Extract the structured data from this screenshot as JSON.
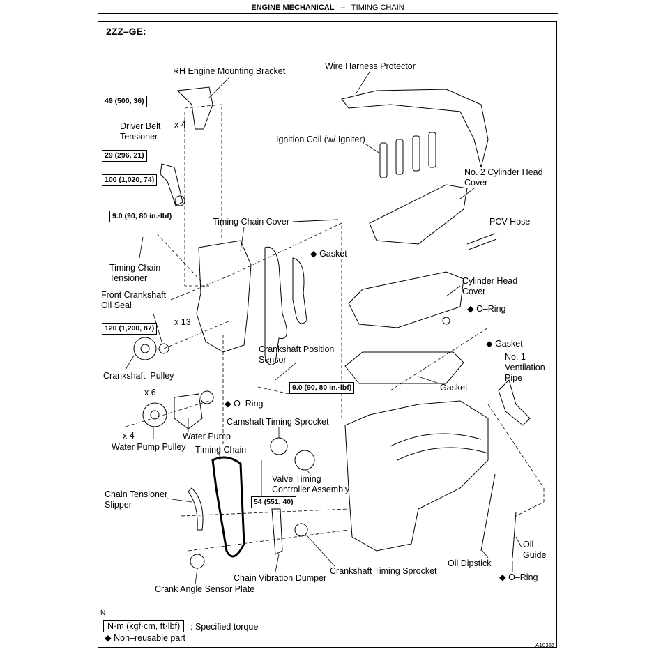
{
  "header": {
    "section": "ENGINE MECHANICAL",
    "separator": "–",
    "topic": "TIMING CHAIN"
  },
  "engine_code": "2ZZ–GE:",
  "labels": {
    "rh_mount": "RH Engine Mounting Bracket",
    "wire_harness": "Wire Harness Protector",
    "x4_top": "x 4",
    "driver_belt": "Driver Belt\nTensioner",
    "ignition_coil": "Ignition Coil (w/ Igniter)",
    "no2_head_cover": "No. 2 Cylinder Head\nCover",
    "timing_chain_cover": "Timing Chain Cover",
    "pcv_hose": "PCV Hose",
    "gasket_cover": "◆ Gasket",
    "chain_tensioner": "Timing Chain\nTensioner",
    "head_cover": "Cylinder Head\nCover",
    "front_seal": "Front Crankshaft\nOil Seal",
    "oring_head": "◆ O–Ring",
    "x13": "x 13",
    "gasket_vent": "◆ Gasket",
    "crank_pos_sensor": "Crankshaft Position\nSensor",
    "vent_pipe": "No. 1\nVentilation\nPipe",
    "crank_pulley": "Crankshaft  Pulley",
    "gasket_head": "Gasket",
    "x6": "x 6",
    "oring_pump": "◆ O–Ring",
    "cam_sprocket": "Camshaft Timing Sprocket",
    "x4_pump": "x 4",
    "water_pump": "Water Pump",
    "water_pump_pulley": "Water Pump Pulley",
    "timing_chain": "Timing Chain",
    "vvt": "Valve Timing\nController Assembly",
    "slipper": "Chain Tensioner\nSlipper",
    "oil_guide": "Oil\nGuide",
    "oil_dipstick": "Oil Dipstick",
    "crank_sprocket": "Crankshaft Timing Sprocket",
    "vib_damper": "Chain Vibration Dumper",
    "oring_guide": "◆ O–Ring",
    "crank_angle_plate": "Crank Angle Sensor Plate"
  },
  "torques": {
    "t1": "49 (500, 36)",
    "t2": "29 (296, 21)",
    "t3": "100 (1,020, 74)",
    "t4": "9.0 (90, 80 in.·lbf)",
    "t5": "120 (1,200, 87)",
    "t6": "9.0 (90, 80 in.·lbf)",
    "t7": "54 (551, 40)"
  },
  "legend": {
    "n_mark": "N",
    "unit_box": "N·m (kgf·cm, ft·lbf)",
    "unit_desc": ": Specified torque",
    "nonreusable": "◆ Non–reusable part"
  },
  "figure_id": "A10353"
}
